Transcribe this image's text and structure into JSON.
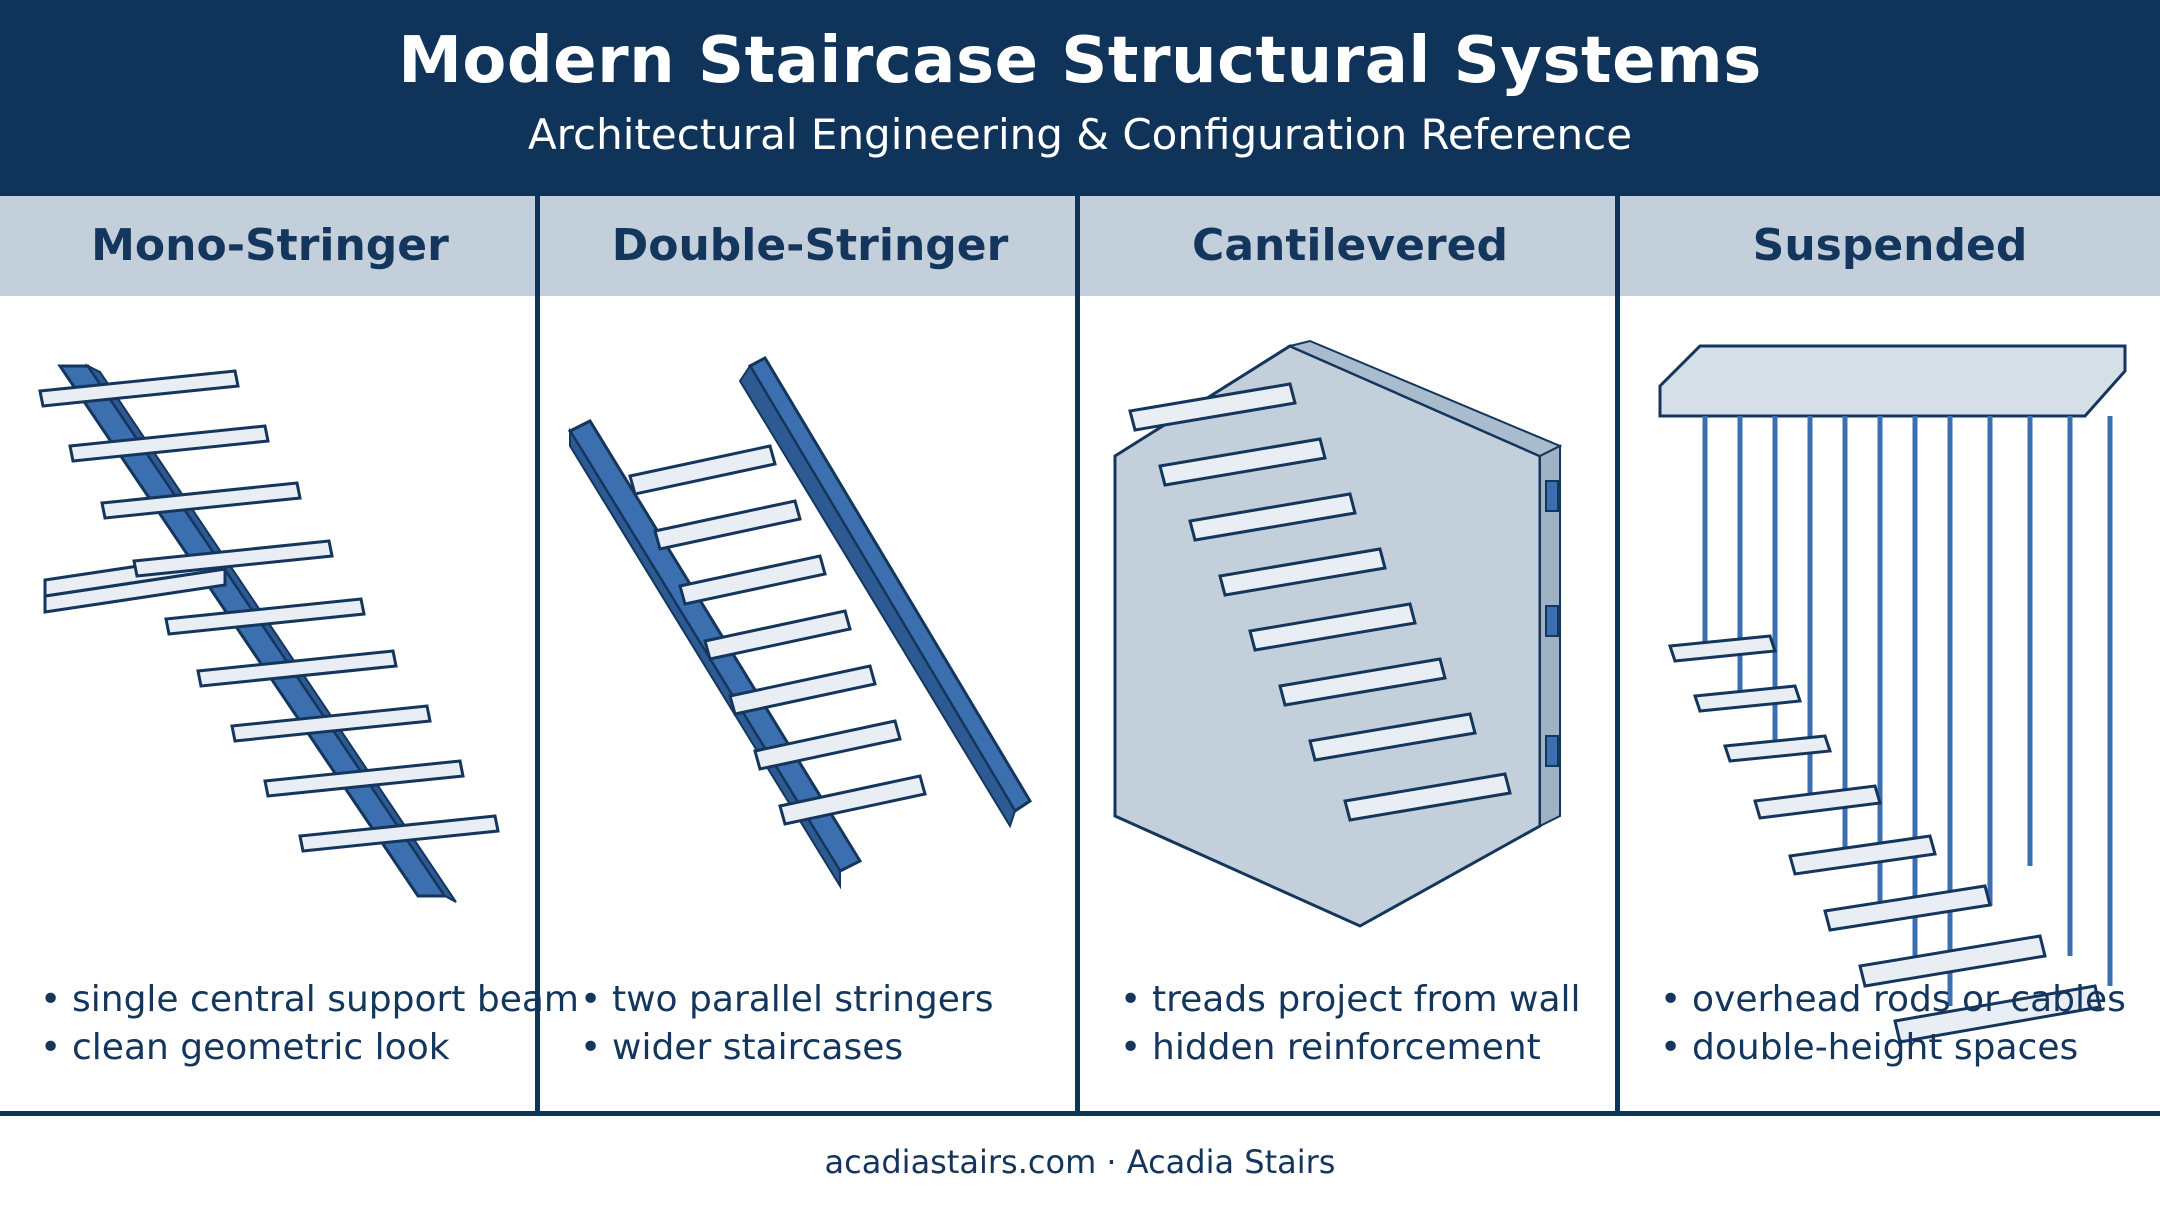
{
  "header": {
    "title": "Modern Staircase Structural Systems",
    "subtitle": "Architectural Engineering & Configuration Reference"
  },
  "columns": [
    {
      "heading": "Mono-Stringer",
      "bullets": [
        "single central support beam",
        "clean geometric look"
      ]
    },
    {
      "heading": "Double-Stringer",
      "bullets": [
        "two parallel stringers",
        "wider staircases"
      ]
    },
    {
      "heading": "Cantilevered",
      "bullets": [
        "treads project from wall",
        "hidden reinforcement"
      ]
    },
    {
      "heading": "Suspended",
      "bullets": [
        "overhead rods or cables",
        "double-height spaces"
      ]
    }
  ],
  "footer": {
    "text": "acadiastairs.com · Acadia Stairs"
  },
  "colors": {
    "navy": "#0f3359",
    "steel_blue": "#3c6fb0",
    "header_band": "#c3d0dc",
    "tread_fill": "#e8eef4"
  }
}
